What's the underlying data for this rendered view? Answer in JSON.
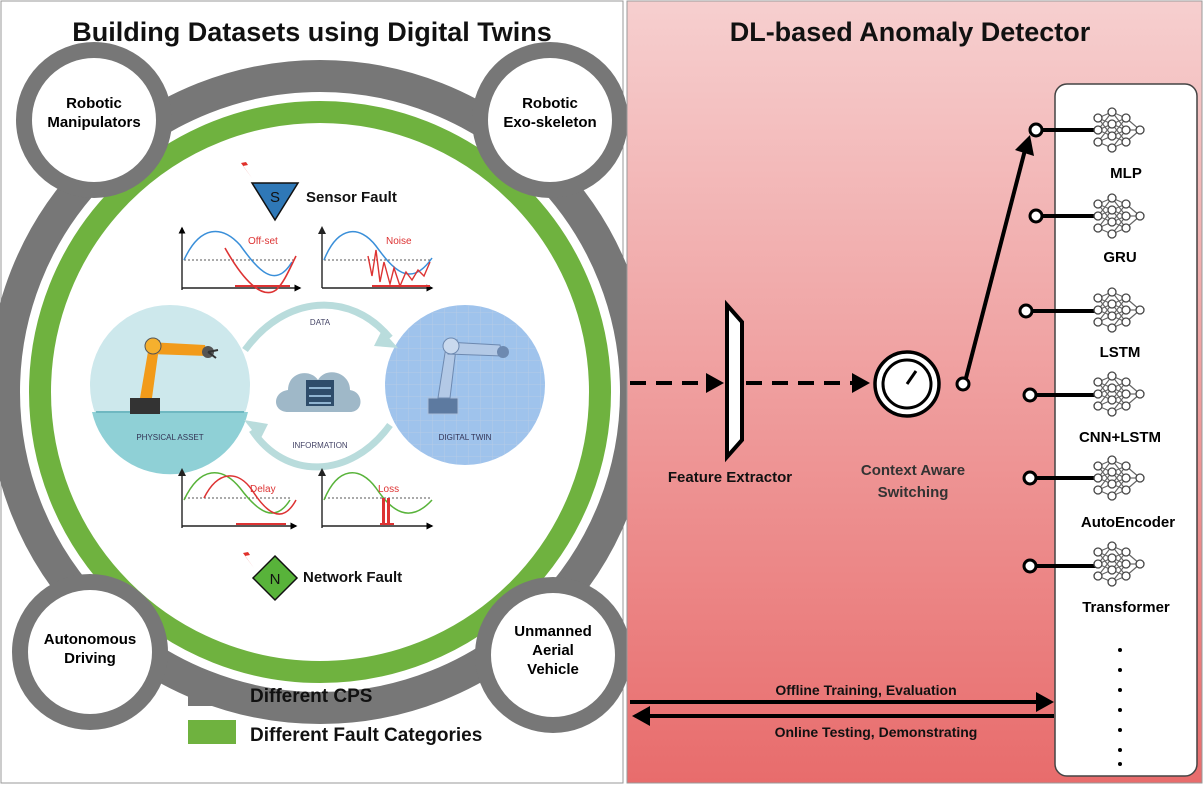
{
  "left_panel": {
    "title": "Building Datasets using Digital Twins",
    "cps": {
      "top_left": [
        "Robotic",
        "Manipulators"
      ],
      "top_right": [
        "Robotic",
        "Exo-skeleton"
      ],
      "bottom_left": [
        "Autonomous",
        "Driving"
      ],
      "bottom_right": [
        "Unmanned",
        "Aerial",
        "Vehicle"
      ]
    },
    "sensor_fault": {
      "badge": "S",
      "label": "Sensor Fault"
    },
    "network_fault": {
      "badge": "N",
      "label": "Network Fault"
    },
    "plots": {
      "offset": "Off-set",
      "noise": "Noise",
      "delay": "Delay",
      "loss": "Loss"
    },
    "twin": {
      "data": "DATA",
      "information": "INFORMATION",
      "physical_asset": "PHYSICAL ASSET",
      "digital_twin": "DIGITAL TWIN"
    },
    "legend": [
      {
        "label": "Different CPS",
        "color": "#777777"
      },
      {
        "label": "Different Fault Categories",
        "color": "#6fb23f"
      }
    ]
  },
  "right_panel": {
    "title": "DL-based Anomaly Detector",
    "feature_extractor": "Feature Extractor",
    "switching": [
      "Context Aware",
      "Switching"
    ],
    "models": [
      "MLP",
      "GRU",
      "LSTM",
      "CNN+LSTM",
      "AutoEncoder",
      "Transformer"
    ],
    "offline": "Offline Training, Evaluation",
    "online": "Online Testing, Demonstrating"
  },
  "colors": {
    "cps_gray": "#777777",
    "fault_green": "#6fb23f",
    "fault_red": "#e0302a",
    "gradient_top": "#f6cfcf",
    "gradient_bottom": "#e87070"
  }
}
